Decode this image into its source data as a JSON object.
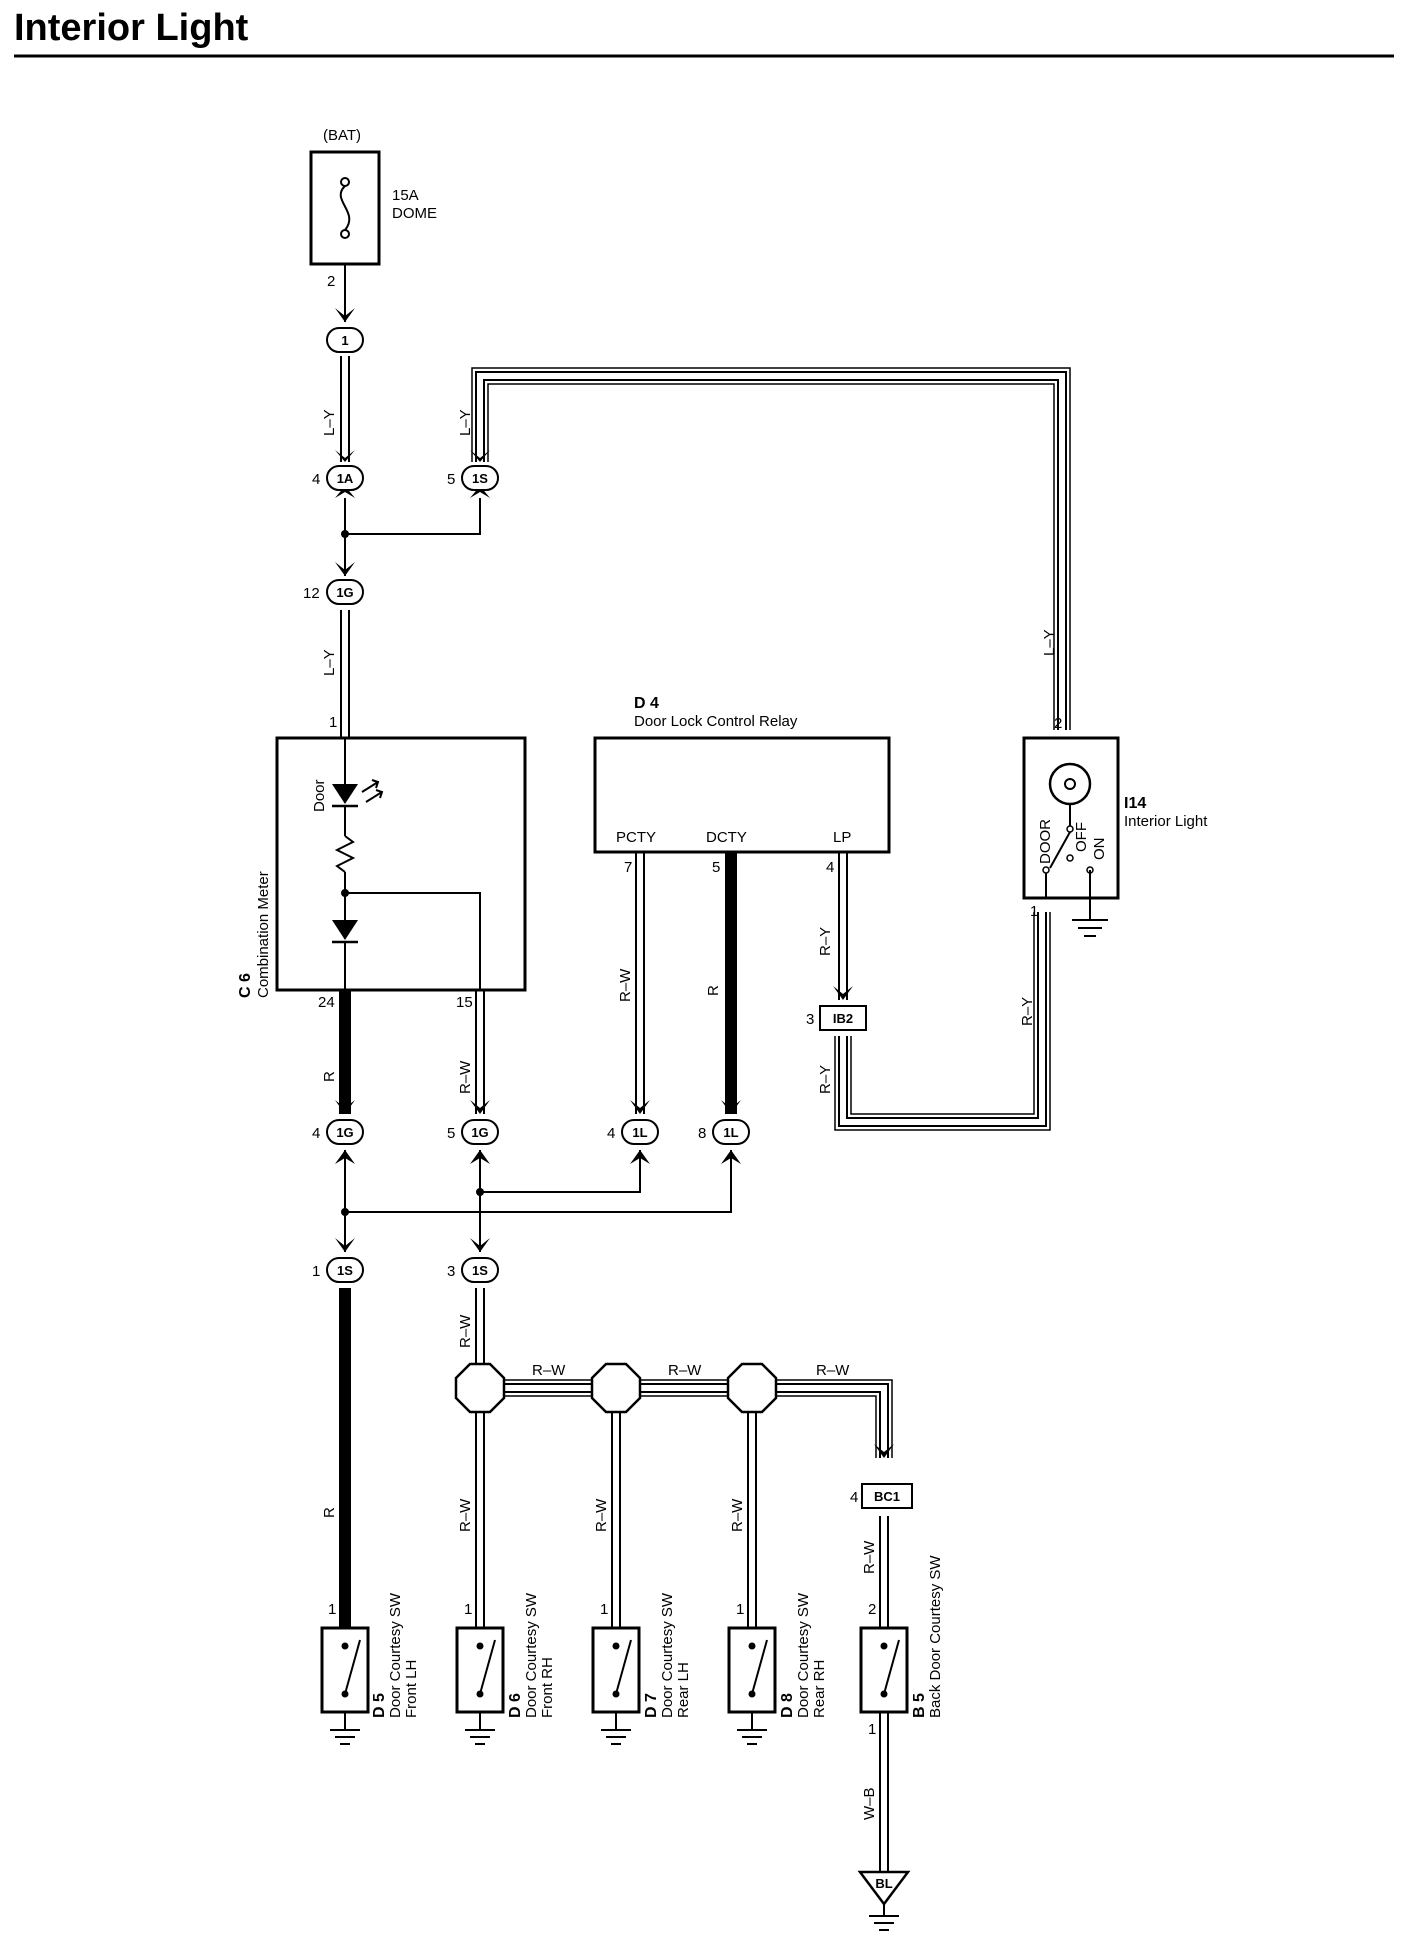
{
  "title": "Interior Light",
  "fuse": {
    "source": "(BAT)",
    "rating": "15A",
    "name": "DOME",
    "pin": "2"
  },
  "connectors": {
    "c1": "1",
    "c1A": "1A",
    "c1S_top": "1S",
    "c1G_top": "1G",
    "c1G_left": "1G",
    "c1G_right": "1G",
    "c1L_left": "1L",
    "c1L_right": "1L",
    "c1S_left": "1S",
    "c1S_right": "1S",
    "ib2": "IB2",
    "bc1": "BC1",
    "bl": "BL"
  },
  "pins": {
    "p1A": "4",
    "p1S_top": "5",
    "p1G_top": "12",
    "meter_in": "1",
    "meter_out_left": "24",
    "meter_out_right": "15",
    "relay_pcty": "7",
    "relay_dcty": "5",
    "relay_lp": "4",
    "light_top": "2",
    "light_bottom": "1",
    "ib2": "3",
    "g_left": "4",
    "g_right": "5",
    "l_left": "4",
    "l_right": "8",
    "s_left": "1",
    "s_right": "3",
    "d5": "1",
    "d6": "1",
    "d7": "1",
    "d8": "1",
    "bc1": "4",
    "b5_top": "2",
    "b5_bottom": "1"
  },
  "wires": {
    "ly1": "L–Y",
    "ly2": "L–Y",
    "ly3": "L–Y",
    "ly4": "L–Y",
    "r1": "R",
    "rw1": "R–W",
    "rw_pcty": "R–W",
    "r_dcty": "R",
    "ry1": "R–Y",
    "ry2": "R–Y",
    "ry3": "R–Y",
    "rw_s": "R–W",
    "r_s": "R",
    "rw_bus1": "R–W",
    "rw_bus2": "R–W",
    "rw_bus3": "R–W",
    "rw_d6": "R–W",
    "rw_d7": "R–W",
    "rw_d8": "R–W",
    "rw_b5": "R–W",
    "wb": "W–B"
  },
  "components": {
    "meter": {
      "code": "C 6",
      "name": "Combination Meter",
      "door": "Door"
    },
    "relay": {
      "code": "D 4",
      "name": "Door Lock Control Relay",
      "pcty": "PCTY",
      "dcty": "DCTY",
      "lp": "LP"
    },
    "light": {
      "code": "I14",
      "name": "Interior Light",
      "door": "DOOR",
      "off": "OFF",
      "on": "ON"
    },
    "d5": {
      "code": "D 5",
      "name1": "Door Courtesy SW",
      "name2": "Front LH"
    },
    "d6": {
      "code": "D 6",
      "name1": "Door Courtesy SW",
      "name2": "Front RH"
    },
    "d7": {
      "code": "D 7",
      "name1": "Door Courtesy SW",
      "name2": "Rear LH"
    },
    "d8": {
      "code": "D 8",
      "name1": "Door Courtesy SW",
      "name2": "Rear RH"
    },
    "b5": {
      "code": "B 5",
      "name1": "Back Door Courtesy SW"
    }
  }
}
